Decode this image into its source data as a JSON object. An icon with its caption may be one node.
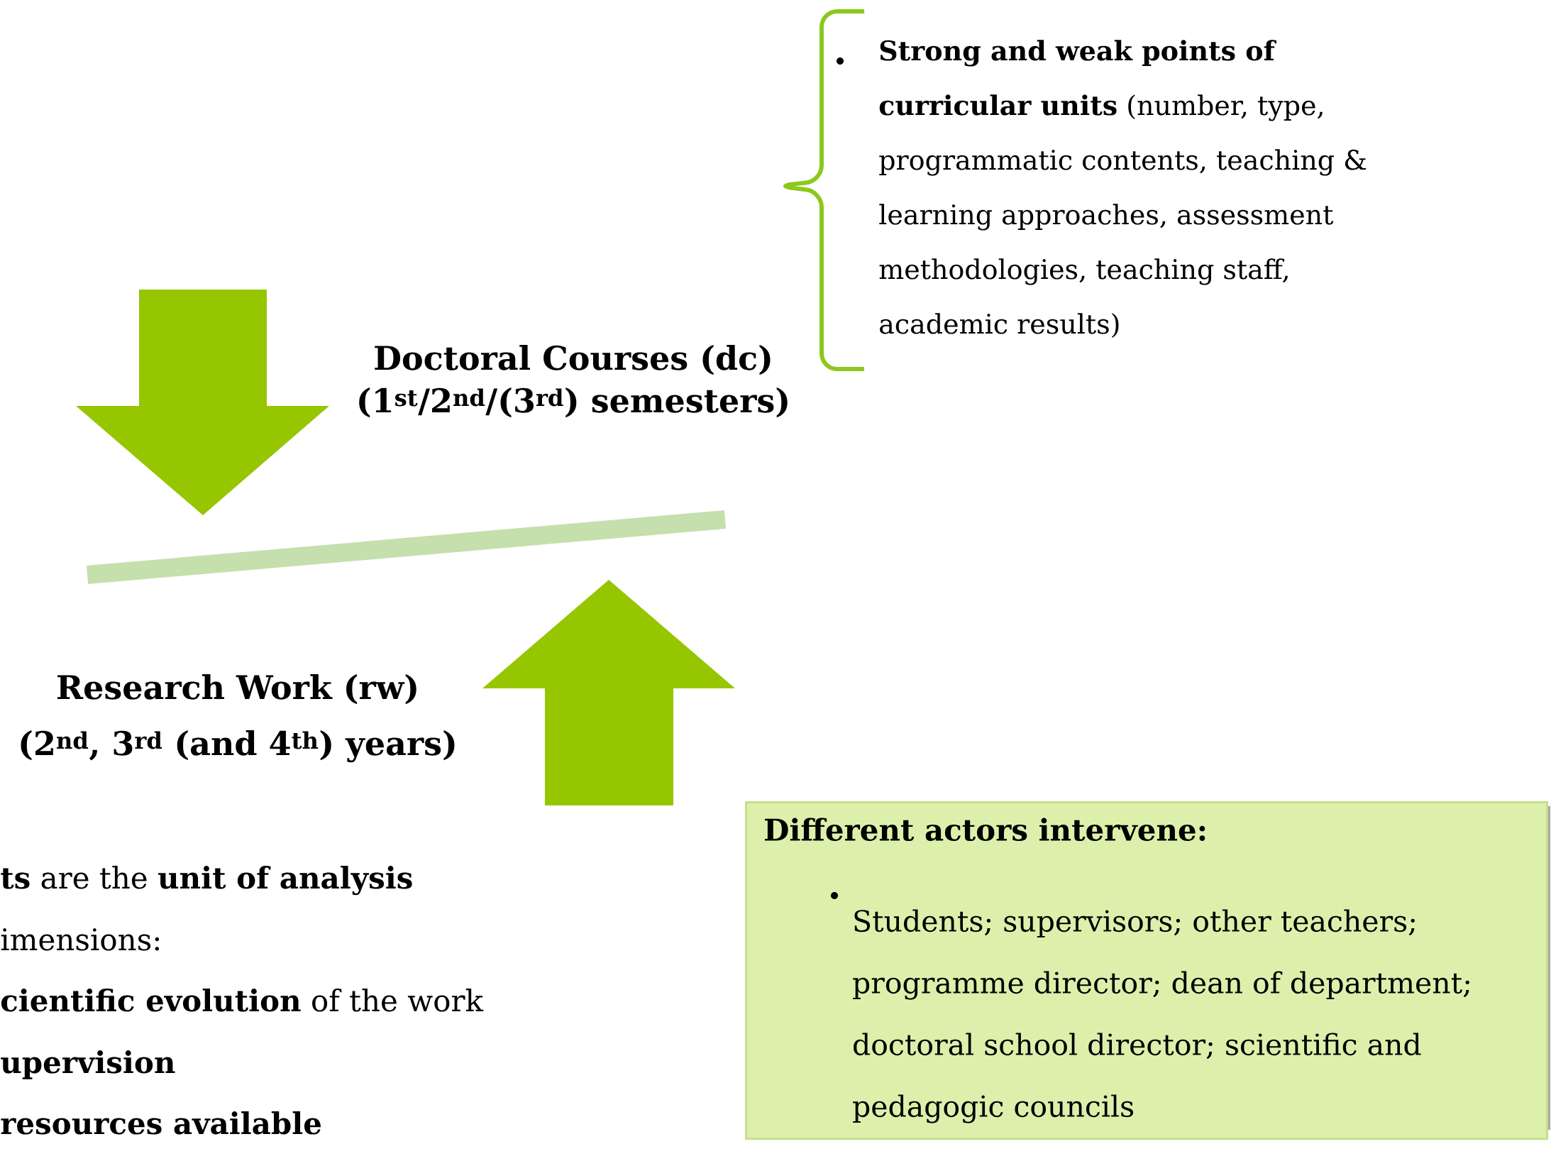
{
  "diagram": {
    "nodes": [
      {
        "text": [
          "Different actors intervene:",
          "Students; supervisors; other teachers; programme director; dean of department; doctoral school director; scientific and pedagogic councils"
        ]
      }
    ],
    "labels": [
      "Doctoral Courses (dc)",
      "(1$^{st}$/2$^{nd}$/(3$^{rd}$) semesters)",
      "**Strong and weak points of curricular units** (number, type, programmatic contents, teaching & learning approaches, assessment methodologies, teaching staff, academic results)",
      "Research Work (rw)",
      "(2$^{nd}$, 3$^{rd}$ (and 4$^{th}$) years)",
      "**ts** are the **unit of analysis**",
      "imensions:",
      "**cientific evolution** of the work",
      "upervision",
      "resources available"
    ]
  }
}
